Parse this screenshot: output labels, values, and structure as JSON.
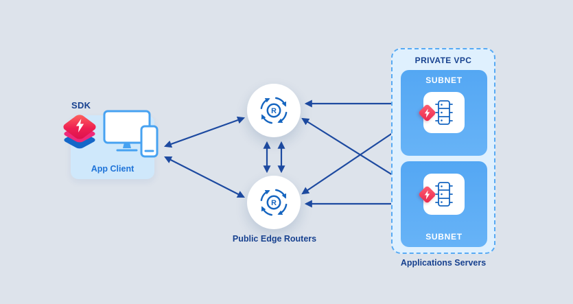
{
  "colors": {
    "background": "#dde3eb",
    "arrow": "#1d4aa0",
    "navy": "#17418f",
    "icon_stroke": "#1565c0",
    "monitor_stroke": "#47a2f1",
    "client_box_fill": "#cfe8fb",
    "client_label": "#1e73d8",
    "vpc_fill": "#dff0fe",
    "vpc_border": "#57aaf4",
    "subnet_fill_top": "#54a7f3",
    "subnet_fill_bottom": "#67b3f7",
    "pink": "#ef2a7b",
    "red": "#e8274d"
  },
  "client": {
    "sdk_label": "SDK",
    "label": "App Client"
  },
  "routers": {
    "label": "Public Edge Routers",
    "letter": "R"
  },
  "vpc": {
    "title": "PRIVATE VPC",
    "subnets": [
      {
        "label": "SUBNET"
      },
      {
        "label": "SUBNET"
      }
    ],
    "servers_label": "Applications Servers"
  }
}
